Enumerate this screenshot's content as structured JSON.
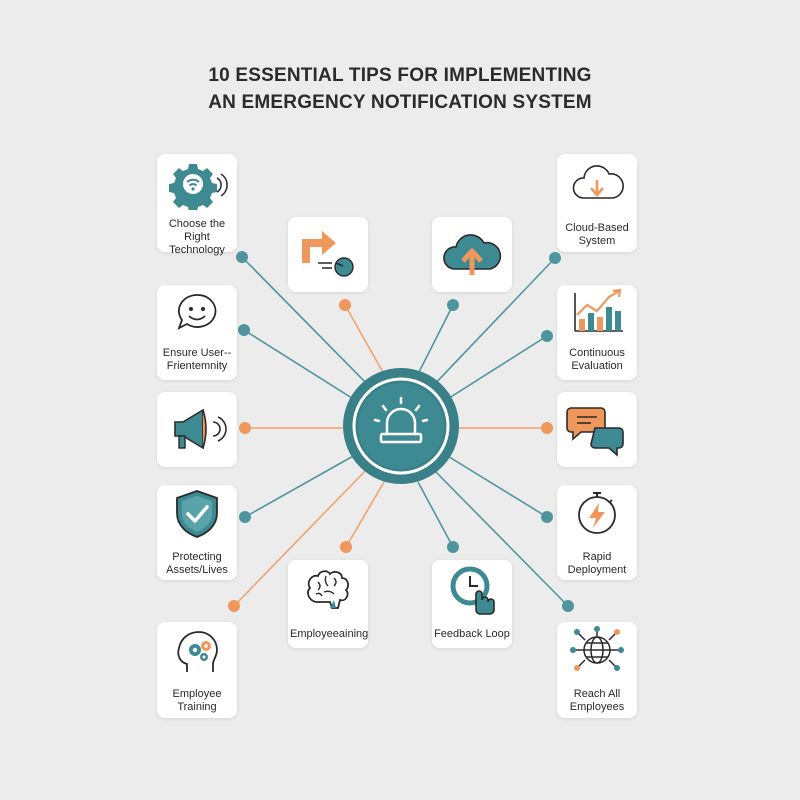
{
  "title": {
    "line1": "10 ESSENTIAL TIPS FOR IMPLEMENTING",
    "line2": "AN EMERGENCY NOTIFICATION SYSTEM"
  },
  "colors": {
    "teal": "#3d8a93",
    "teal_dark": "#2f6f77",
    "orange": "#f0975c",
    "line_teal": "#4f95a0",
    "line_orange": "#f0a26c",
    "background": "#ececec",
    "text": "#2a2a2a"
  },
  "hub": {
    "icon": "siren-icon"
  },
  "cards": [
    {
      "key": "choose-technology",
      "icon": "gear-wifi-icon",
      "label": "Choose the Right Technology"
    },
    {
      "key": "redirect",
      "icon": "forward-arrow-icon",
      "label": ""
    },
    {
      "key": "cloud-upload",
      "icon": "cloud-upload-icon",
      "label": ""
    },
    {
      "key": "cloud-based",
      "icon": "cloud-download-icon",
      "label": "Cloud-Based System"
    },
    {
      "key": "user-friendly",
      "icon": "chat-smile-icon",
      "label": "Ensure User--Frientemnity"
    },
    {
      "key": "continuous-evaluation",
      "icon": "bar-chart-trend-icon",
      "label": "Continuous Evaluation"
    },
    {
      "key": "megaphone",
      "icon": "megaphone-icon",
      "label": ""
    },
    {
      "key": "chat",
      "icon": "chat-bubbles-icon",
      "label": ""
    },
    {
      "key": "protecting-assets",
      "icon": "shield-check-icon",
      "label": "Protecting Assets/Lives"
    },
    {
      "key": "rapid-deployment",
      "icon": "stopwatch-bolt-icon",
      "label": "Rapid Deployment"
    },
    {
      "key": "employee-eaining",
      "icon": "brain-icon",
      "label": "Employeeaining"
    },
    {
      "key": "feedback-loop",
      "icon": "clock-hand-icon",
      "label": "Feedback Loop"
    },
    {
      "key": "employee-training",
      "icon": "head-gears-icon",
      "label": "Employee Training"
    },
    {
      "key": "reach-all",
      "icon": "globe-network-icon",
      "label": "Reach All Employees"
    }
  ]
}
